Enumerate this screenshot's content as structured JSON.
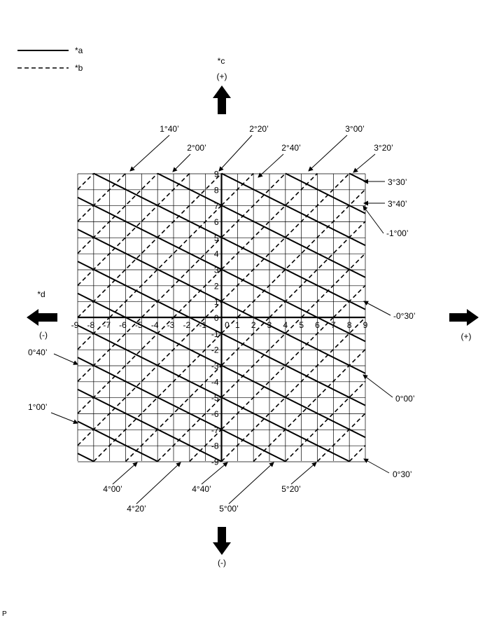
{
  "legend": {
    "solid_label": "*a",
    "dashed_label": "*b"
  },
  "directions": {
    "up_label": "*c",
    "up_sign": "(+)",
    "left_label": "*d",
    "left_sign": "(-)",
    "right_sign": "(+)",
    "down_sign": "(-)"
  },
  "x_ticks": [
    "-9",
    "-8",
    "-7",
    "-6",
    "-5",
    "-4",
    "-3",
    "-2",
    "-1",
    "0",
    "1",
    "2",
    "3",
    "4",
    "5",
    "6",
    "7",
    "8",
    "9"
  ],
  "y_ticks": [
    "9",
    "8",
    "7",
    "6",
    "5",
    "4",
    "3",
    "2",
    "1",
    "0",
    "-1",
    "-2",
    "-3",
    "-4",
    "-5",
    "-6",
    "-7",
    "-8",
    "-9"
  ],
  "annotations": [
    {
      "text": "1°40’"
    },
    {
      "text": "2°00’"
    },
    {
      "text": "2°20’"
    },
    {
      "text": "2°40’"
    },
    {
      "text": "3°00’"
    },
    {
      "text": "3°20’"
    },
    {
      "text": "3°30’"
    },
    {
      "text": "3°40’"
    },
    {
      "text": "-1°00’"
    },
    {
      "text": "-0°30’"
    },
    {
      "text": "0°00’"
    },
    {
      "text": "0°30’"
    },
    {
      "text": "0°40’"
    },
    {
      "text": "1°00’"
    },
    {
      "text": "4°00’"
    },
    {
      "text": "4°20’"
    },
    {
      "text": "4°40’"
    },
    {
      "text": "5°00’"
    },
    {
      "text": "5°20’"
    }
  ],
  "corner_mark": "P"
}
